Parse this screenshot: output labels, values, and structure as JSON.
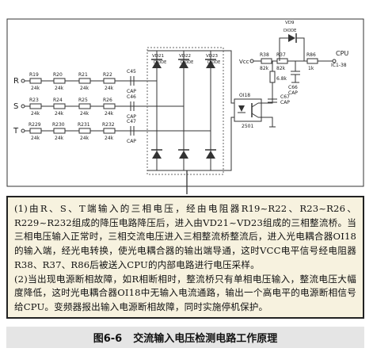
{
  "diagram": {
    "inputs": [
      "R",
      "S",
      "T"
    ],
    "resistor_chain_labels": [
      {
        "name": "R19",
        "value": "24k"
      },
      {
        "name": "R20",
        "value": "24k"
      },
      {
        "name": "R21",
        "value": "24k"
      },
      {
        "name": "R22",
        "value": "24k"
      },
      {
        "name": "R23",
        "value": "24k"
      },
      {
        "name": "R24",
        "value": "24k"
      },
      {
        "name": "R25",
        "value": "24k"
      },
      {
        "name": "R26",
        "value": "24k"
      },
      {
        "name": "R229",
        "value": "24k"
      },
      {
        "name": "R230",
        "value": "24k"
      },
      {
        "name": "R231",
        "value": "24k"
      },
      {
        "name": "R232",
        "value": "24k"
      }
    ],
    "capacitors": [
      "C45",
      "C46",
      "C47"
    ],
    "cap_type": "CAP",
    "bridge_diodes": [
      {
        "name": "VD21",
        "type": "DIODE"
      },
      {
        "name": "VD22",
        "type": "DIODE"
      },
      {
        "name": "VD23",
        "type": "DIODE"
      }
    ],
    "optocoupler": {
      "name": "OI18",
      "part": "2501"
    },
    "vcc_label": "Vcc",
    "pullup": {
      "name": "R38",
      "value": "82k"
    },
    "r37": {
      "name": "R37",
      "value": "82k"
    },
    "r86": {
      "name": "R86",
      "value": "1k"
    },
    "c_out": {
      "name": "C66",
      "type": "CAP"
    },
    "c_mid": {
      "name": "C67",
      "type": "CAP"
    },
    "diode_top": {
      "name": "VD9",
      "type": "DIODE"
    },
    "r_small": "6.8k",
    "cpu_label": "CPU",
    "cpu_pin": "IC1-38"
  },
  "description": {
    "para1": "(1)由R、S、T端输入的三相电压，经由电阻器R19~R22、R23~R26、R229~R232组成的降压电路降压后，进入由VD21~VD23组成的三相整流桥。当三相电压输入正常时，三相交流电压进入三相整流桥整流后，进入光电耦合器OI18的输入端，经光电转换，使光电耦合器的输出端导通，这时VCC电平信号经电阻器R38、R37、R86后被送入CPU的内部电路进行电压采样。",
    "para2": "(2)当出现电源断相故障，如R相断相时，整流桥只有单相电压输入，整流电压大幅度降低，这时光电耦合器OI18中无输入电流通路，输出一个高电平的电源断相信号给CPU。变频器报出输入电源断相故障，同时实施停机保护。"
  },
  "caption": {
    "number": "图6-6",
    "title": "交流输入电压检测电路工作原理"
  }
}
